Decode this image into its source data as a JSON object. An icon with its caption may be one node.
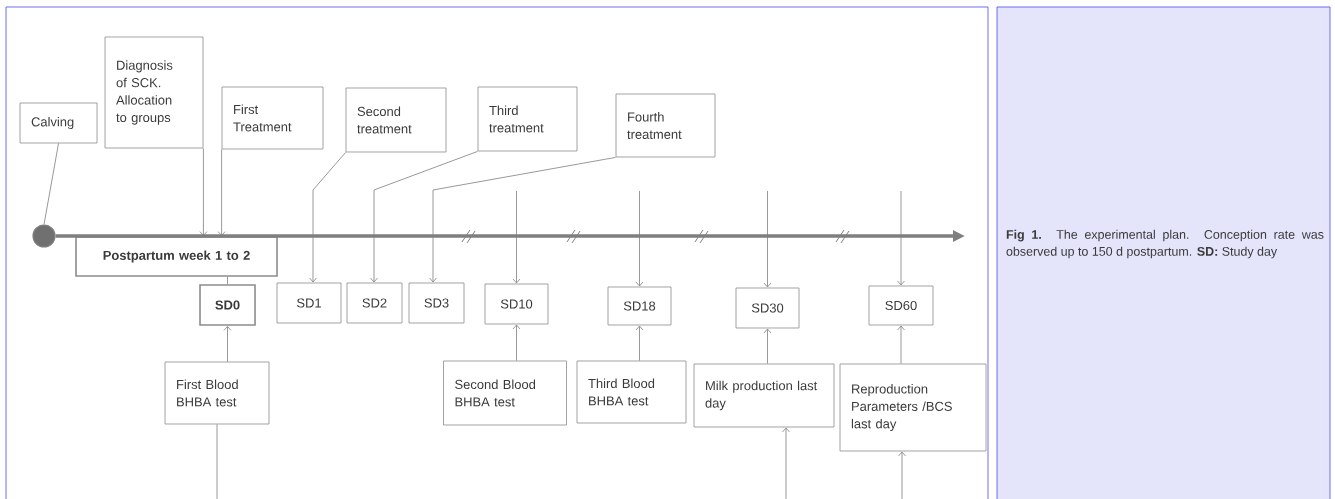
{
  "diagram": {
    "caption": "**Fig 1.** The experimental plan. Conception rate was observed up to 150 d postpartum. **SD:** Study day",
    "nodes": [
      {
        "text": [
          "Calving"
        ]
      },
      {
        "text": [
          "Diagnosis of SCK. Allocation to groups"
        ]
      },
      {
        "text": [
          "First Treatment"
        ]
      },
      {
        "text": [
          "Second treatment"
        ]
      },
      {
        "text": [
          "Third treatment"
        ]
      },
      {
        "text": [
          "Fourth treatment"
        ]
      },
      {
        "text": [],
        "shape": "circle"
      },
      {
        "text": [
          "Postpartum week 1 to 2"
        ]
      },
      {
        "text": [
          "SD0"
        ]
      },
      {
        "text": [
          "SD1"
        ]
      },
      {
        "text": [
          "SD2"
        ]
      },
      {
        "text": [
          "SD3"
        ]
      },
      {
        "text": [
          "SD10"
        ]
      },
      {
        "text": [
          "SD18"
        ]
      },
      {
        "text": [
          "SD30"
        ]
      },
      {
        "text": [
          "SD60"
        ]
      },
      {
        "text": [
          "First Blood BHBA test"
        ]
      },
      {
        "text": [
          "Second Blood BHBA test"
        ]
      },
      {
        "text": [
          "Third Blood BHBA test"
        ]
      },
      {
        "text": [
          "Milk production last day"
        ]
      },
      {
        "text": [
          "Reproduction Parameters /BCS last day"
        ]
      }
    ],
    "edges": [
      {
        "from": 0,
        "to": 6,
        "arrow": "none"
      },
      {
        "from": 1,
        "to": 7,
        "arrow": "to"
      },
      {
        "from": 2,
        "to": 7,
        "arrow": "to"
      },
      {
        "from": 3,
        "to": 9,
        "arrow": "to"
      },
      {
        "from": 4,
        "to": 10,
        "arrow": "to"
      },
      {
        "from": 5,
        "to": 11,
        "arrow": "to"
      },
      {
        "from": null,
        "to": 12,
        "arrow": "to"
      },
      {
        "from": null,
        "to": 13,
        "arrow": "to"
      },
      {
        "from": null,
        "to": 14,
        "arrow": "to"
      },
      {
        "from": null,
        "to": 15,
        "arrow": "to"
      },
      {
        "from": 7,
        "to": 8,
        "arrow": "none"
      },
      {
        "from": 16,
        "to": 8,
        "arrow": "to"
      },
      {
        "from": 17,
        "to": 12,
        "arrow": "to"
      },
      {
        "from": 18,
        "to": 13,
        "arrow": "to"
      },
      {
        "from": 19,
        "to": 14,
        "arrow": "to"
      },
      {
        "from": 20,
        "to": 15,
        "arrow": "to"
      },
      {
        "from": 16,
        "to": null,
        "arrow": "none"
      },
      {
        "from": null,
        "to": 19,
        "arrow": "to"
      },
      {
        "from": null,
        "to": 20,
        "arrow": "to"
      },
      {
        "from": 6,
        "to": null,
        "arrow": "to",
        "style": "thick"
      }
    ]
  }
}
